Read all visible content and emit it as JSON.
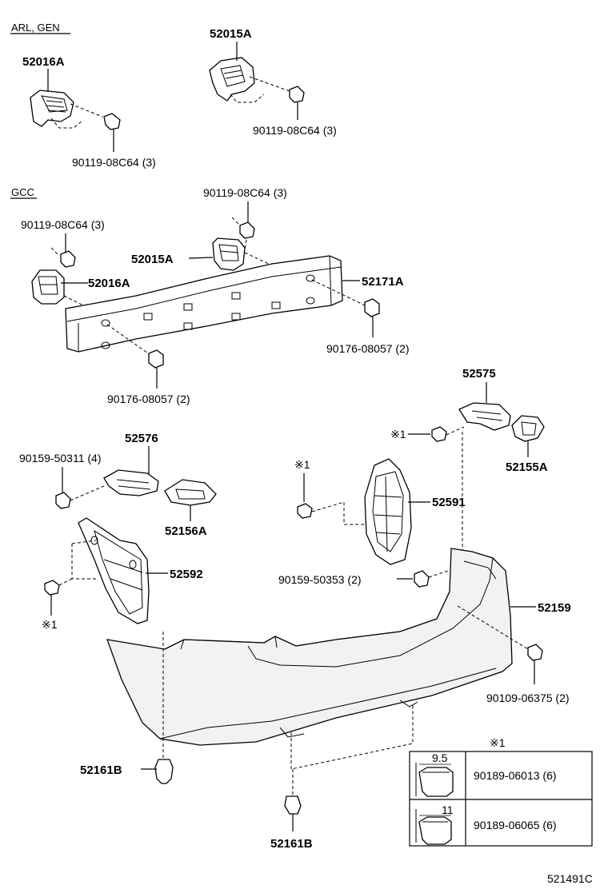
{
  "sections": {
    "arl_gen": "ARL, GEN",
    "gcc": "GCC"
  },
  "labels": {
    "p52016A_top": "52016A",
    "p52015A_top": "52015A",
    "bolt_top_left": "90119-08C64 (3)",
    "bolt_top_right": "90119-08C64 (3)",
    "bolt_gcc_right": "90119-08C64 (3)",
    "bolt_gcc_left": "90119-08C64 (3)",
    "p52015A_gcc": "52015A",
    "p52016A_gcc": "52016A",
    "p52171A": "52171A",
    "spacer_right": "90176-08057 (2)",
    "spacer_left": "90176-08057 (2)",
    "p52575": "52575",
    "mark_52575": "※1",
    "p52155A": "52155A",
    "p52576": "52576",
    "bolt_52576": "90159-50311 (4)",
    "p52156A": "52156A",
    "mark_52591": "※1",
    "p52591": "52591",
    "p52592": "52592",
    "mark_52592": "※1",
    "bolt_52591": "90159-50353 (2)",
    "p52159": "52159",
    "screw_52159": "90109-06375 (2)",
    "p52161B_left": "52161B",
    "p52161B_bottom": "52161B",
    "diagram_code": "521491C"
  },
  "legend": {
    "title": "※1",
    "rows": [
      {
        "dimension": "9.5",
        "part": "90189-06013 (6)"
      },
      {
        "dimension": "11",
        "part": "90189-06065 (6)"
      }
    ]
  }
}
